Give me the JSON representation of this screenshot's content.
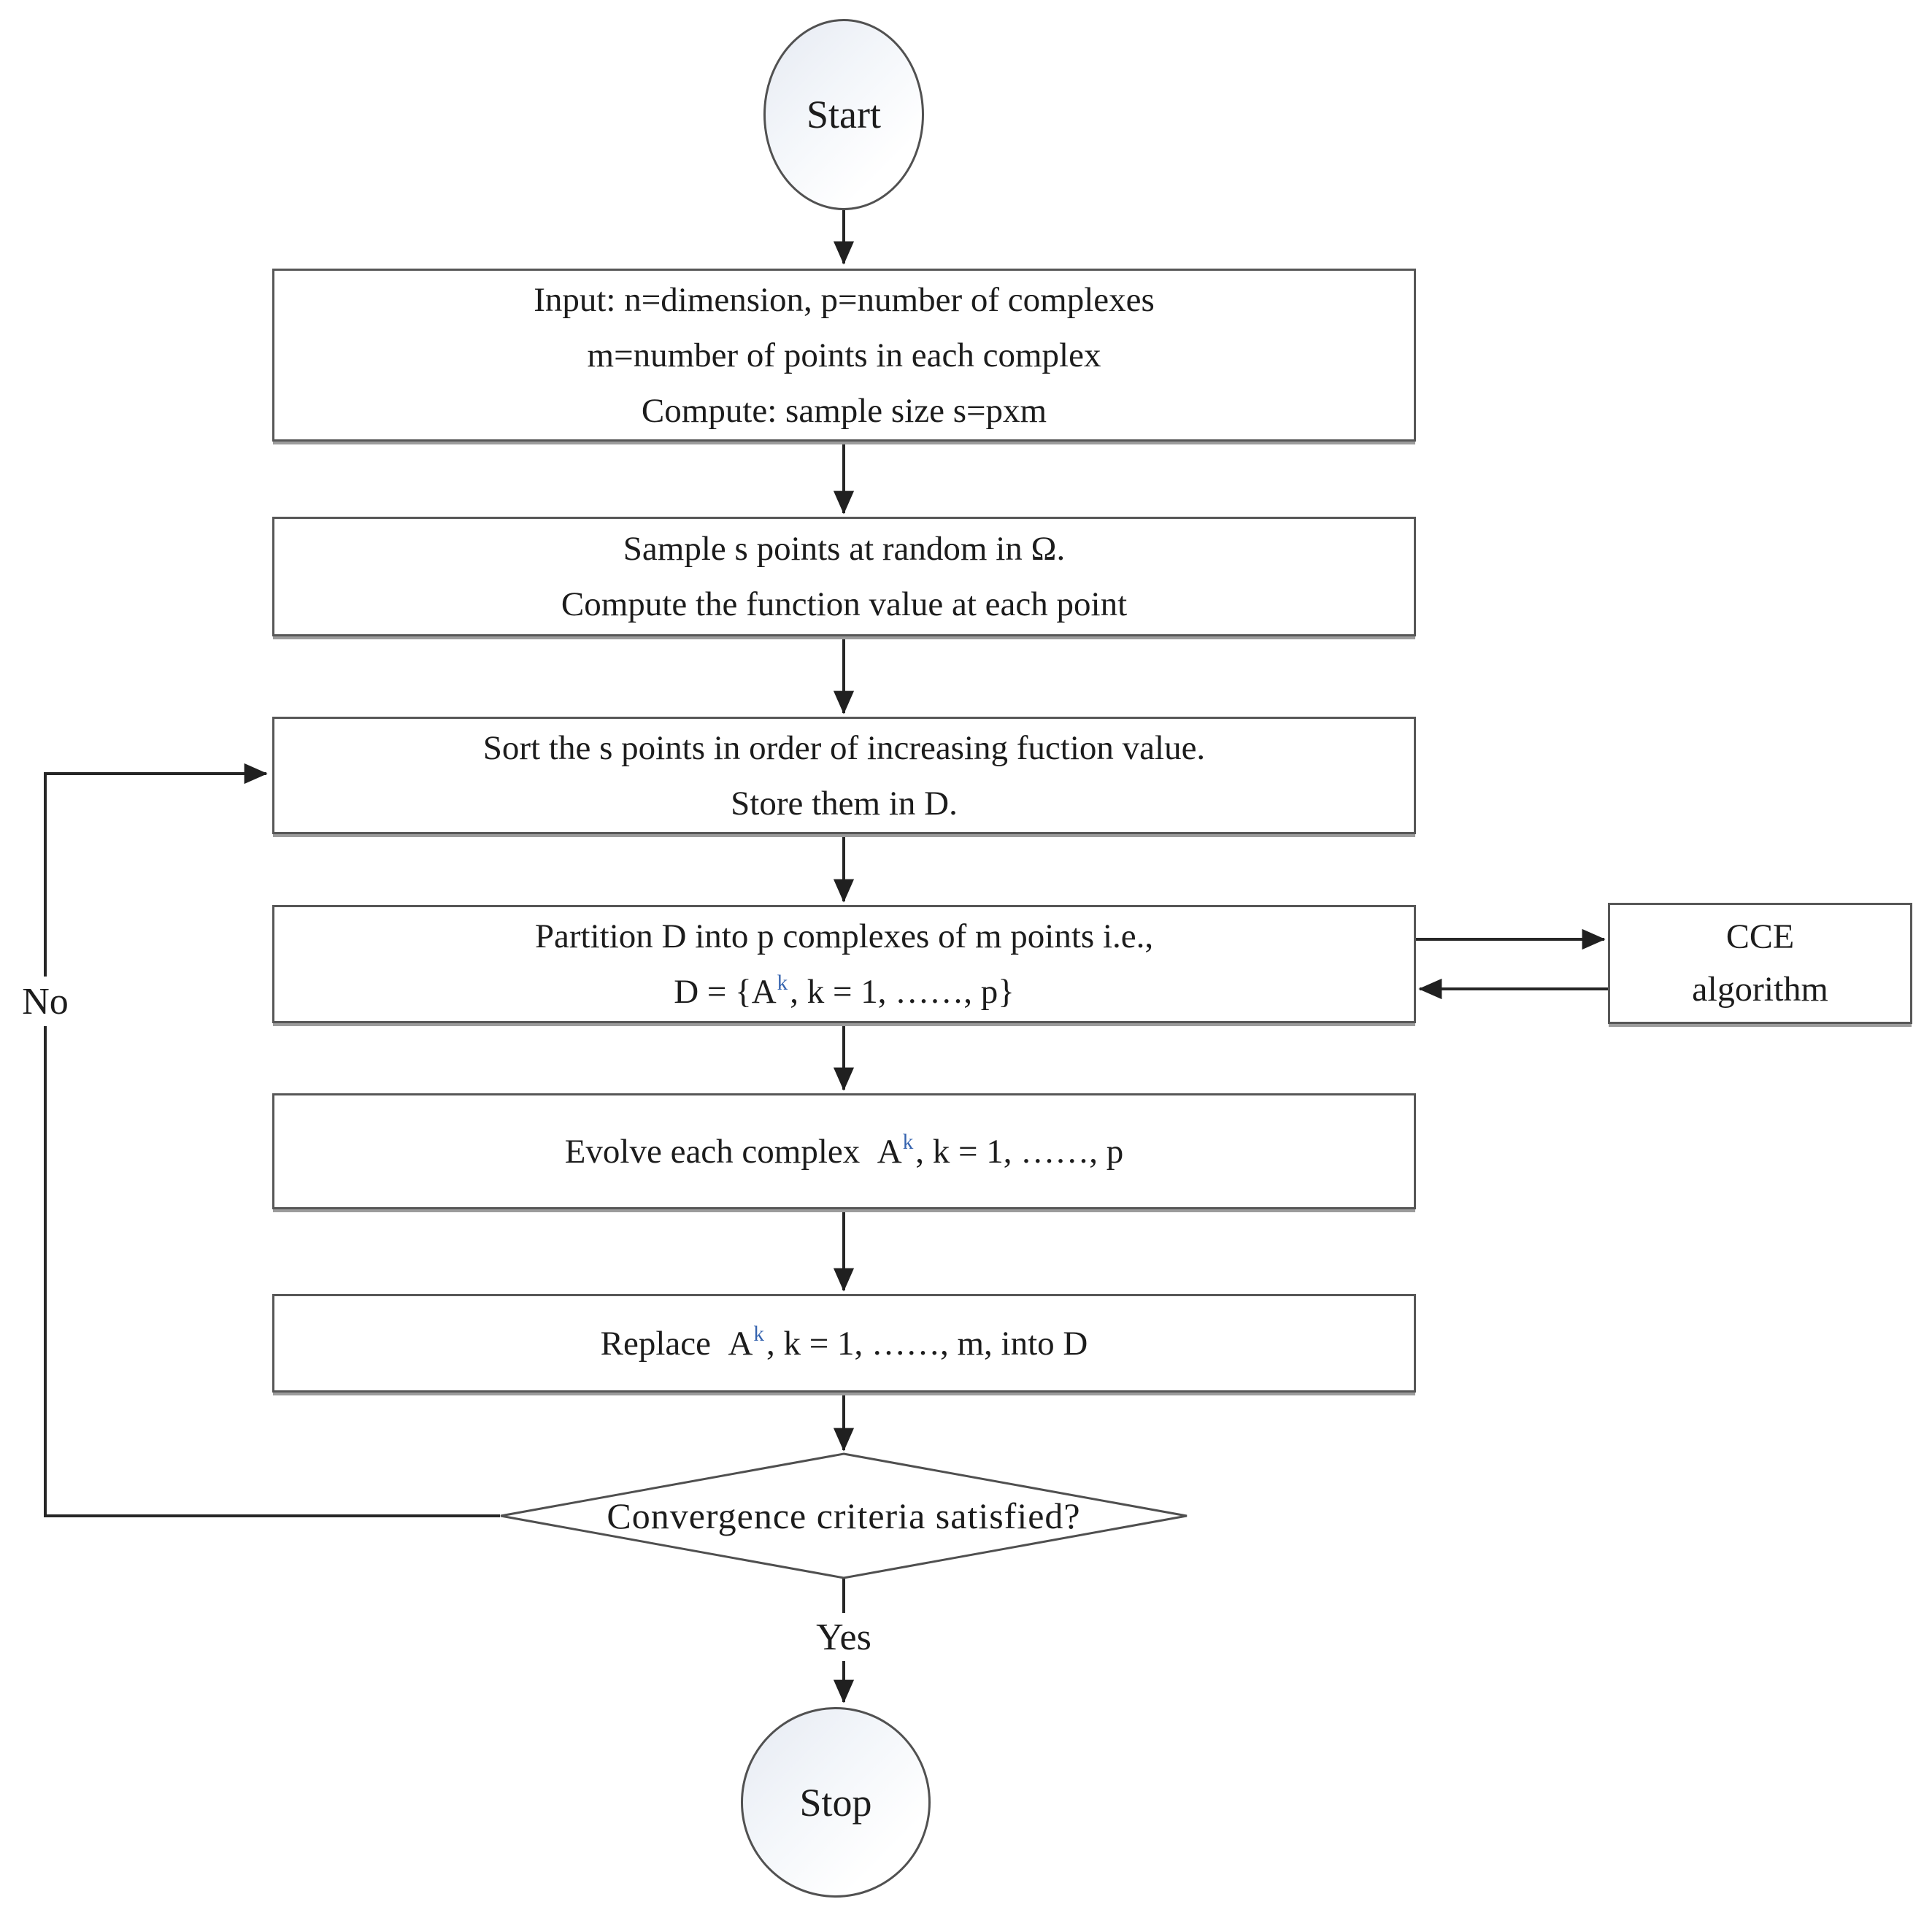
{
  "colors": {
    "line": "#262626",
    "box_border": "#575757",
    "box_shadow": "#9c9c9c",
    "text": "#1c1c1c",
    "superscript_blue": "#3462ae",
    "terminal_fill_top": "#e6eaf2",
    "background": "#ffffff"
  },
  "nodes": {
    "start": {
      "label": "Start"
    },
    "input": {
      "lines": [
        "Input: n=dimension, p=number of complexes",
        "m=number of points in each complex",
        "Compute: sample size s=pxm"
      ]
    },
    "sample": {
      "lines": [
        "Sample s points at random in Ω.",
        "Compute the function value at each point"
      ]
    },
    "sort": {
      "lines": [
        "Sort the s points in order of increasing fuction value.",
        "Store them in D."
      ]
    },
    "partition": {
      "line1": "Partition D into p complexes of m points i.e.,",
      "formula_prefix": "D = {A",
      "formula_sup": "k",
      "formula_suffix": ", k = 1, ……, p}"
    },
    "cce": {
      "lines": [
        "CCE",
        "algorithm"
      ]
    },
    "evolve": {
      "prefix": "Evolve each complex A",
      "sup": "k",
      "suffix": ", k = 1, ……, p"
    },
    "replace": {
      "prefix": "Replace A",
      "sup": "k",
      "suffix": ", k = 1, ……, m, into D"
    },
    "decision": {
      "label": "Convergence criteria satisfied?"
    },
    "stop": {
      "label": "Stop"
    }
  },
  "edge_labels": {
    "yes": "Yes",
    "no": "No"
  }
}
